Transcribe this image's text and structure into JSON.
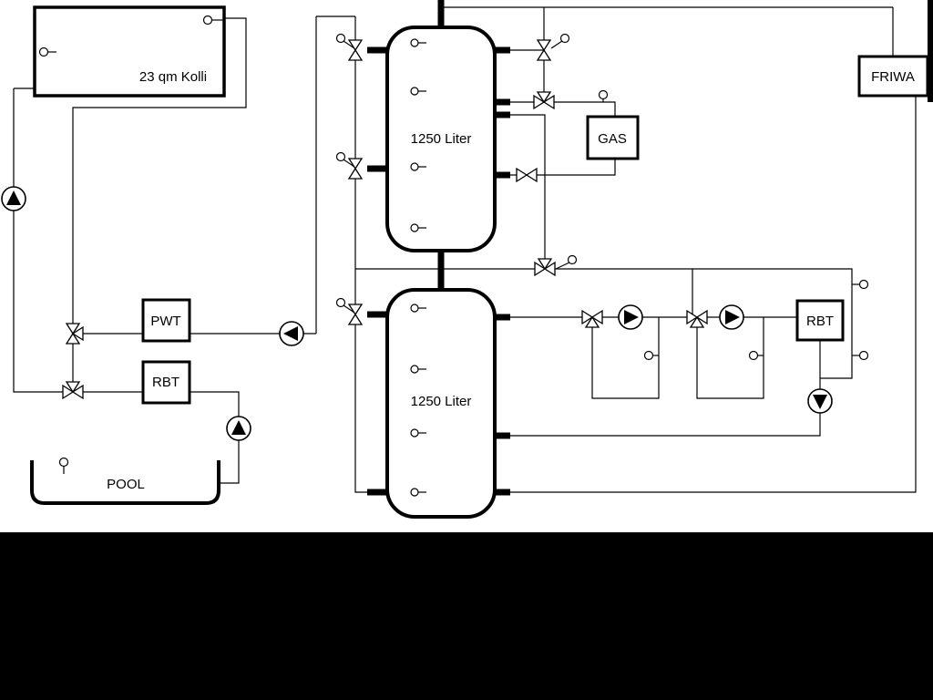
{
  "diagram": {
    "colors": {
      "background": "#ffffff",
      "line": "#000000",
      "letterbox": "#000000"
    },
    "labels": {
      "collector": "23 qm Kolli",
      "tank_top": "1250 Liter",
      "tank_bottom": "1250 Liter",
      "pwt": "PWT",
      "rbt_left": "RBT",
      "rbt_right": "RBT",
      "gas": "GAS",
      "friwa": "FRIWA",
      "pool": "POOL"
    }
  }
}
